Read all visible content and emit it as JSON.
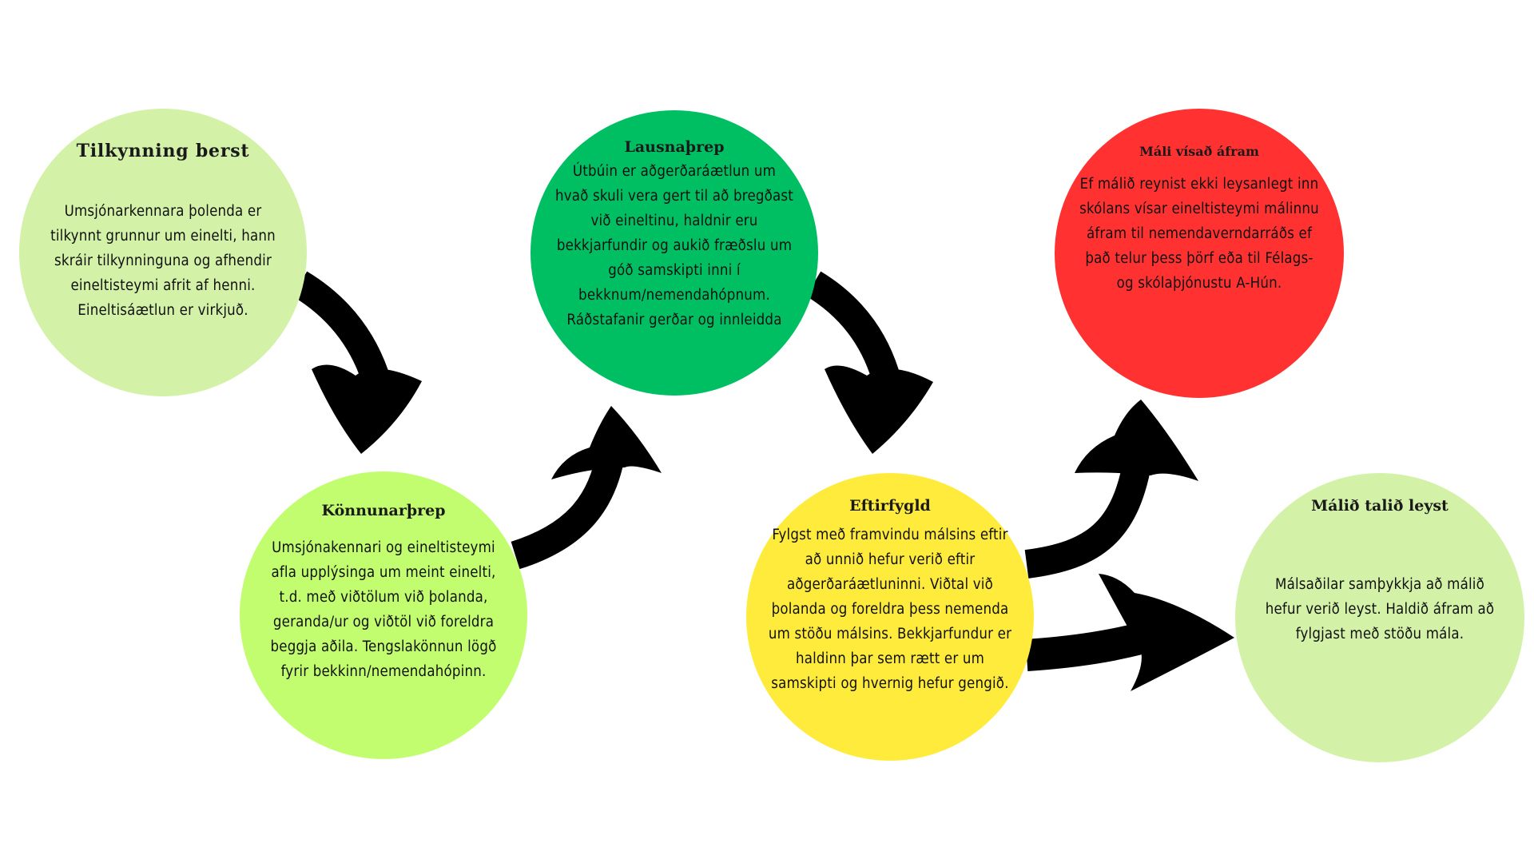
{
  "colors": {
    "background": "#ffffff",
    "arrow": "#000000",
    "reported": "#d3f2a8",
    "investigation": "#c2fd70",
    "solution": "#00bf63",
    "referred": "#ff3131",
    "followup": "#ffeb3b",
    "resolved": "#d3f2a8"
  },
  "nodes": [
    {
      "id": "reported",
      "title": "Tilkynning berst",
      "body": "Umsjónarkennara þolenda er tilkynnt grunnur um einelti, hann skráir tilkynninguna og afhendir eineltisteymi afrit af henni. Eineltisáætlun er virkjuð."
    },
    {
      "id": "investigation",
      "title": "Könnunarþrep",
      "body": "Umsjónakennari og eineltisteymi afla upplýsinga um meint einelti, t.d. með viðtölum við þolanda, geranda/ur og viðtöl við foreldra beggja aðila. Tengslakönnun lögð fyrir bekkinn/nemendahópinn."
    },
    {
      "id": "solution",
      "title": "Lausnaþrep",
      "body": "Útbúin er aðgerðaráætlun um hvað skuli vera gert til að bregðast við eineltinu, haldnir eru bekkjarfundir og aukið fræðslu um góð samskipti inni í bekknum/nemendahópnum. Ráðstafanir gerðar og innleidda"
    },
    {
      "id": "referred",
      "title": "Máli vísað áfram",
      "body": "Ef málið reynist ekki leysanlegt inn skólans vísar eineltisteymi málinnu áfram til nemendaverndarráðs ef það telur þess þörf eða til Félags- og skólaþjónustu A-Hún."
    },
    {
      "id": "followup",
      "title": "Eftirfygld",
      "body": "Fylgst með framvindu málsins eftir að unnið hefur verið eftir aðgerðaráætluninni. Viðtal við þolanda og foreldra þess nemenda um stöðu málsins. Bekkjarfundur er haldinn þar sem rætt er um samskipti og hvernig hefur gengið."
    },
    {
      "id": "resolved",
      "title": "Málið talið leyst",
      "body": "Málsaðilar samþykkja að málið hefur verið leyst. Haldið áfram að fylgjast með stöðu mála."
    }
  ],
  "edges": [
    {
      "from": "reported",
      "to": "investigation"
    },
    {
      "from": "investigation",
      "to": "solution"
    },
    {
      "from": "solution",
      "to": "followup"
    },
    {
      "from": "followup",
      "to": "referred"
    },
    {
      "from": "followup",
      "to": "resolved"
    }
  ]
}
